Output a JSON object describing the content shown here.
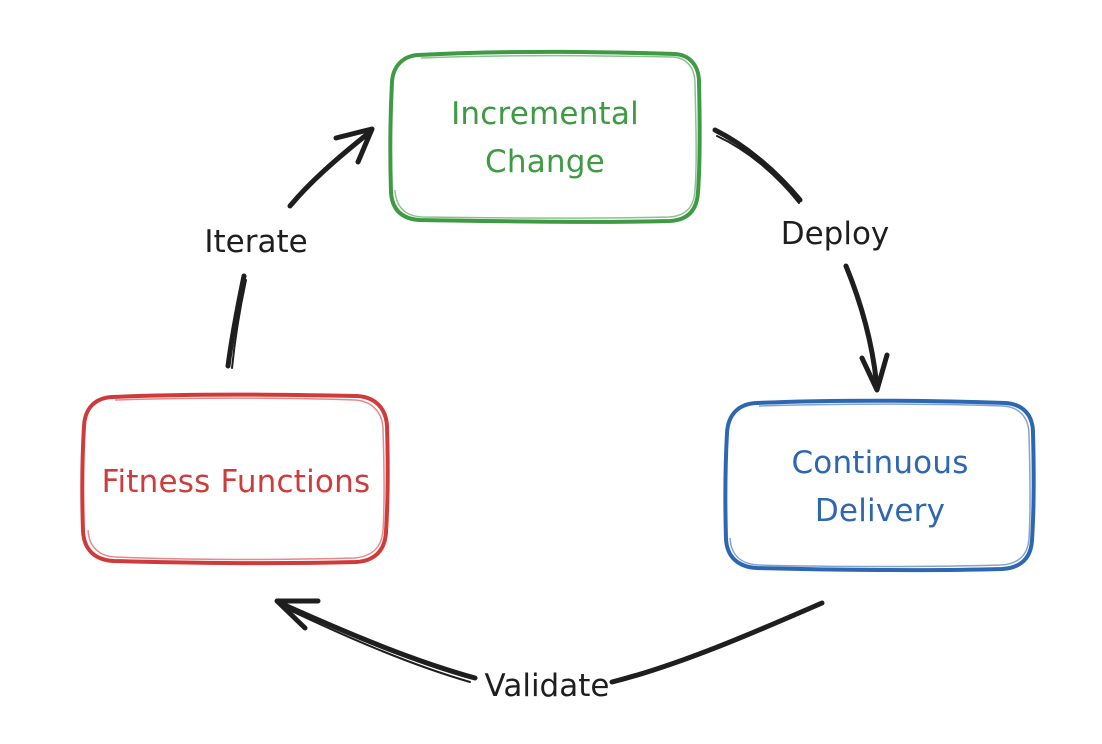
{
  "nodes": {
    "incremental": {
      "lines": [
        "Incremental",
        "Change"
      ],
      "color": "#3f9a44"
    },
    "continuous": {
      "lines": [
        "Continuous",
        "Delivery"
      ],
      "color": "#2e67b1"
    },
    "fitness": {
      "lines": [
        "Fitness Functions"
      ],
      "color": "#cf3b3b"
    }
  },
  "edges": {
    "deploy": {
      "label": "Deploy"
    },
    "validate": {
      "label": "Validate"
    },
    "iterate": {
      "label": "Iterate"
    }
  },
  "colors": {
    "arrow": "#1e1e1e",
    "background": "#ffffff"
  }
}
